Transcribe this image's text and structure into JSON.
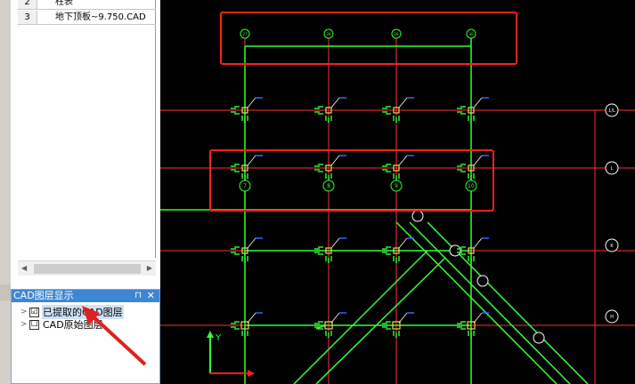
{
  "file_table": {
    "rows": [
      {
        "num": "2",
        "name": "柱表"
      },
      {
        "num": "3",
        "name": "地下顶板~9.750.CAD"
      }
    ]
  },
  "layer_panel": {
    "title": "CAD图层显示",
    "pin_glyph": "⊓",
    "close_glyph": "✕",
    "items": [
      {
        "label": "已提取的CAD图层",
        "checked": "☑"
      },
      {
        "label": "CAD原始图层",
        "checked": "☐"
      }
    ]
  },
  "cad": {
    "grid_labels": {
      "top": [
        "27",
        "28",
        "29",
        "30"
      ],
      "mid": [
        "7",
        "8",
        "9",
        "10"
      ],
      "right": [
        "1/L",
        "L",
        "K",
        "H"
      ]
    },
    "axis_y_label": "Y",
    "colors": {
      "grid_red": "#ff3030",
      "member_green": "#33ff33",
      "highlight": "#ff2020",
      "column": "#ffd060"
    }
  }
}
